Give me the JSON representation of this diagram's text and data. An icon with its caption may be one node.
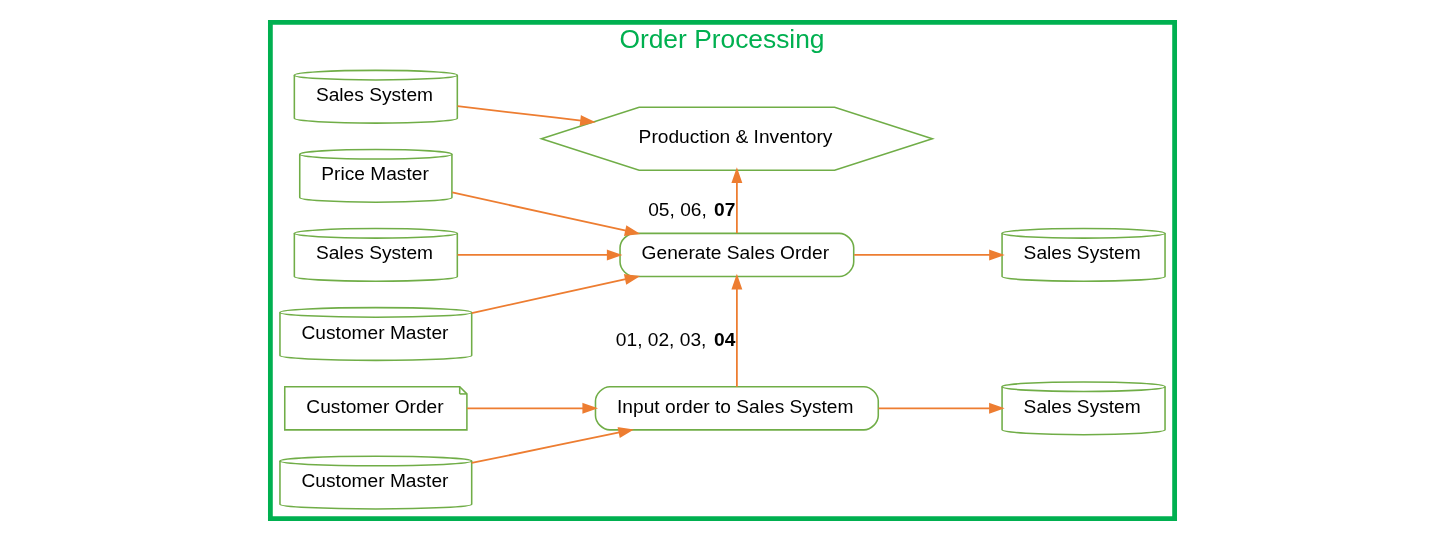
{
  "diagram": {
    "nodes": [
      {
        "text": [
          "Order Processing"
        ]
      },
      {
        "text": [
          "Customer Order"
        ],
        "in": 0
      },
      {
        "text": [
          "Customer Master"
        ],
        "in": 0
      },
      {
        "text": [
          "Price Master"
        ],
        "in": 0
      },
      {
        "text": [
          "Sales System"
        ],
        "in": 0
      },
      {
        "text": [
          "Customer Master"
        ],
        "in": 0
      },
      {
        "text": [
          "Sales System"
        ],
        "in": 0
      },
      {
        "text": [
          "Input order to Sales System"
        ],
        "in": 0
      },
      {
        "text": [
          "Sales System"
        ],
        "in": 0
      },
      {
        "text": [
          "Generate Sales Order"
        ],
        "in": 0
      },
      {
        "text": [
          "Sales System"
        ],
        "in": 0
      },
      {
        "text": [
          "Production & Inventory"
        ],
        "in": 0
      }
    ],
    "edges": [
      {
        "from": 1,
        "to": 7,
        "arrow": "to"
      },
      {
        "from": 2,
        "to": 7,
        "arrow": "to"
      },
      {
        "from": 7,
        "to": 8,
        "arrow": "to"
      },
      {
        "from": 7,
        "to": 9,
        "arrow": "to",
        "label": "01, 02, 03, **04**"
      },
      {
        "from": 3,
        "to": 9,
        "arrow": "to"
      },
      {
        "from": 4,
        "to": 9,
        "arrow": "to"
      },
      {
        "from": 5,
        "to": 9,
        "arrow": "to"
      },
      {
        "from": 9,
        "to": 10,
        "arrow": "to"
      },
      {
        "from": 9,
        "to": 11,
        "arrow": "to",
        "label": "05, 06, **07**"
      },
      {
        "from": 6,
        "to": 11,
        "arrow": "to"
      }
    ]
  }
}
